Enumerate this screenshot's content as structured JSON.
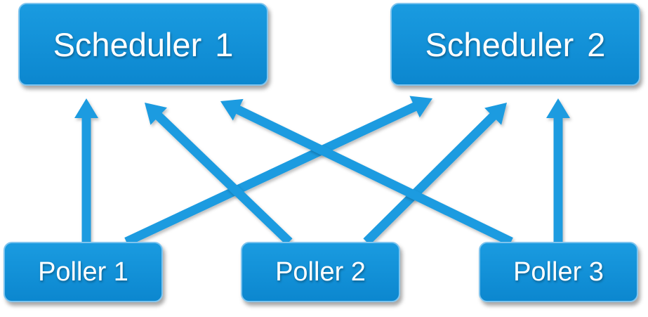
{
  "schedulers": [
    {
      "id": "s1",
      "label": "Scheduler 1"
    },
    {
      "id": "s2",
      "label": "Scheduler 2"
    }
  ],
  "pollers": [
    {
      "id": "p1",
      "label": "Poller 1"
    },
    {
      "id": "p2",
      "label": "Poller 2"
    },
    {
      "id": "p3",
      "label": "Poller 3"
    }
  ],
  "connections": [
    {
      "from": "p1",
      "to": "s1"
    },
    {
      "from": "p1",
      "to": "s2"
    },
    {
      "from": "p2",
      "to": "s1"
    },
    {
      "from": "p2",
      "to": "s2"
    },
    {
      "from": "p3",
      "to": "s1"
    },
    {
      "from": "p3",
      "to": "s2"
    }
  ],
  "colors": {
    "box": "#1290d8",
    "arrow": "#1a9be0"
  }
}
